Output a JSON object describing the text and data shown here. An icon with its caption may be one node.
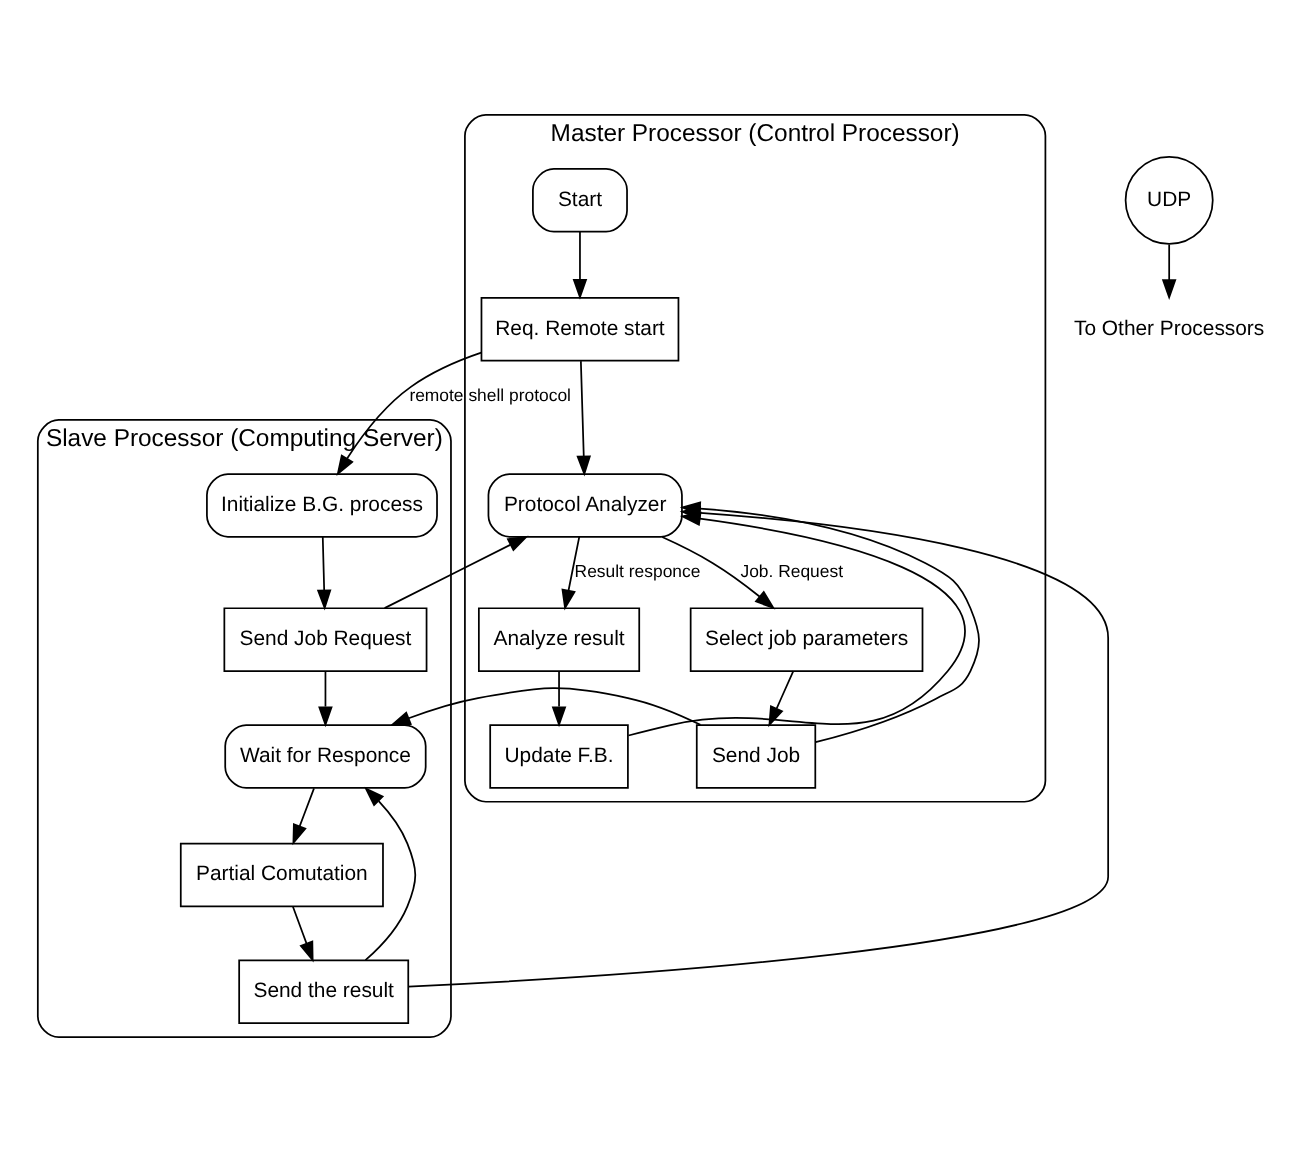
{
  "diagram": {
    "nodes": [
      {
        "text": [
          "Master Processor (Control Processor)"
        ]
      },
      {
        "text": [
          "Start"
        ],
        "in": 0
      },
      {
        "text": [
          "Req. Remote start"
        ],
        "in": 0
      },
      {
        "text": [
          "Protocol Analyzer"
        ],
        "in": 0
      },
      {
        "text": [
          "Analyze result"
        ],
        "in": 0
      },
      {
        "text": [
          "Select job parameters"
        ],
        "in": 0
      },
      {
        "text": [
          "Update F.B."
        ],
        "in": 0
      },
      {
        "text": [
          "Send Job"
        ],
        "in": 0
      },
      {
        "text": [
          "Slave Processor (Computing Server)"
        ]
      },
      {
        "text": [
          "Initialize B.G. process"
        ],
        "in": 8
      },
      {
        "text": [
          "Send Job Request"
        ],
        "in": 8
      },
      {
        "text": [
          "Wait for Responce"
        ],
        "in": 8
      },
      {
        "text": [
          "Partial Comutation"
        ],
        "in": 8
      },
      {
        "text": [
          "Send the result"
        ],
        "in": 8
      },
      {
        "text": [
          "UDP"
        ]
      },
      {
        "text": [
          "To Other Processors"
        ]
      }
    ],
    "edges": [
      {
        "from": 1,
        "to": 2,
        "arrow": "to"
      },
      {
        "from": 2,
        "to": 9,
        "arrow": "to",
        "label": "remote shell protocol"
      },
      {
        "from": 2,
        "to": 3,
        "arrow": "to"
      },
      {
        "from": 9,
        "to": 10,
        "arrow": "to"
      },
      {
        "from": 10,
        "to": 3,
        "arrow": "to"
      },
      {
        "from": 13,
        "to": 3,
        "arrow": "to"
      },
      {
        "from": 7,
        "to": 11,
        "arrow": "to"
      },
      {
        "from": 3,
        "to": 4,
        "arrow": "to",
        "label": "Result responce"
      },
      {
        "from": 3,
        "to": 5,
        "arrow": "to",
        "label": "Job. Request"
      },
      {
        "from": 4,
        "to": 6,
        "arrow": "to"
      },
      {
        "from": 5,
        "to": 7,
        "arrow": "to"
      },
      {
        "from": 6,
        "to": 3,
        "arrow": "to"
      },
      {
        "from": 7,
        "to": 3,
        "arrow": "to"
      },
      {
        "from": 10,
        "to": 11,
        "arrow": "to"
      },
      {
        "from": 11,
        "to": 12,
        "arrow": "to"
      },
      {
        "from": 12,
        "to": 13,
        "arrow": "to"
      },
      {
        "from": 13,
        "to": 11,
        "arrow": "to"
      },
      {
        "from": 14,
        "to": 15,
        "arrow": "to"
      }
    ]
  }
}
